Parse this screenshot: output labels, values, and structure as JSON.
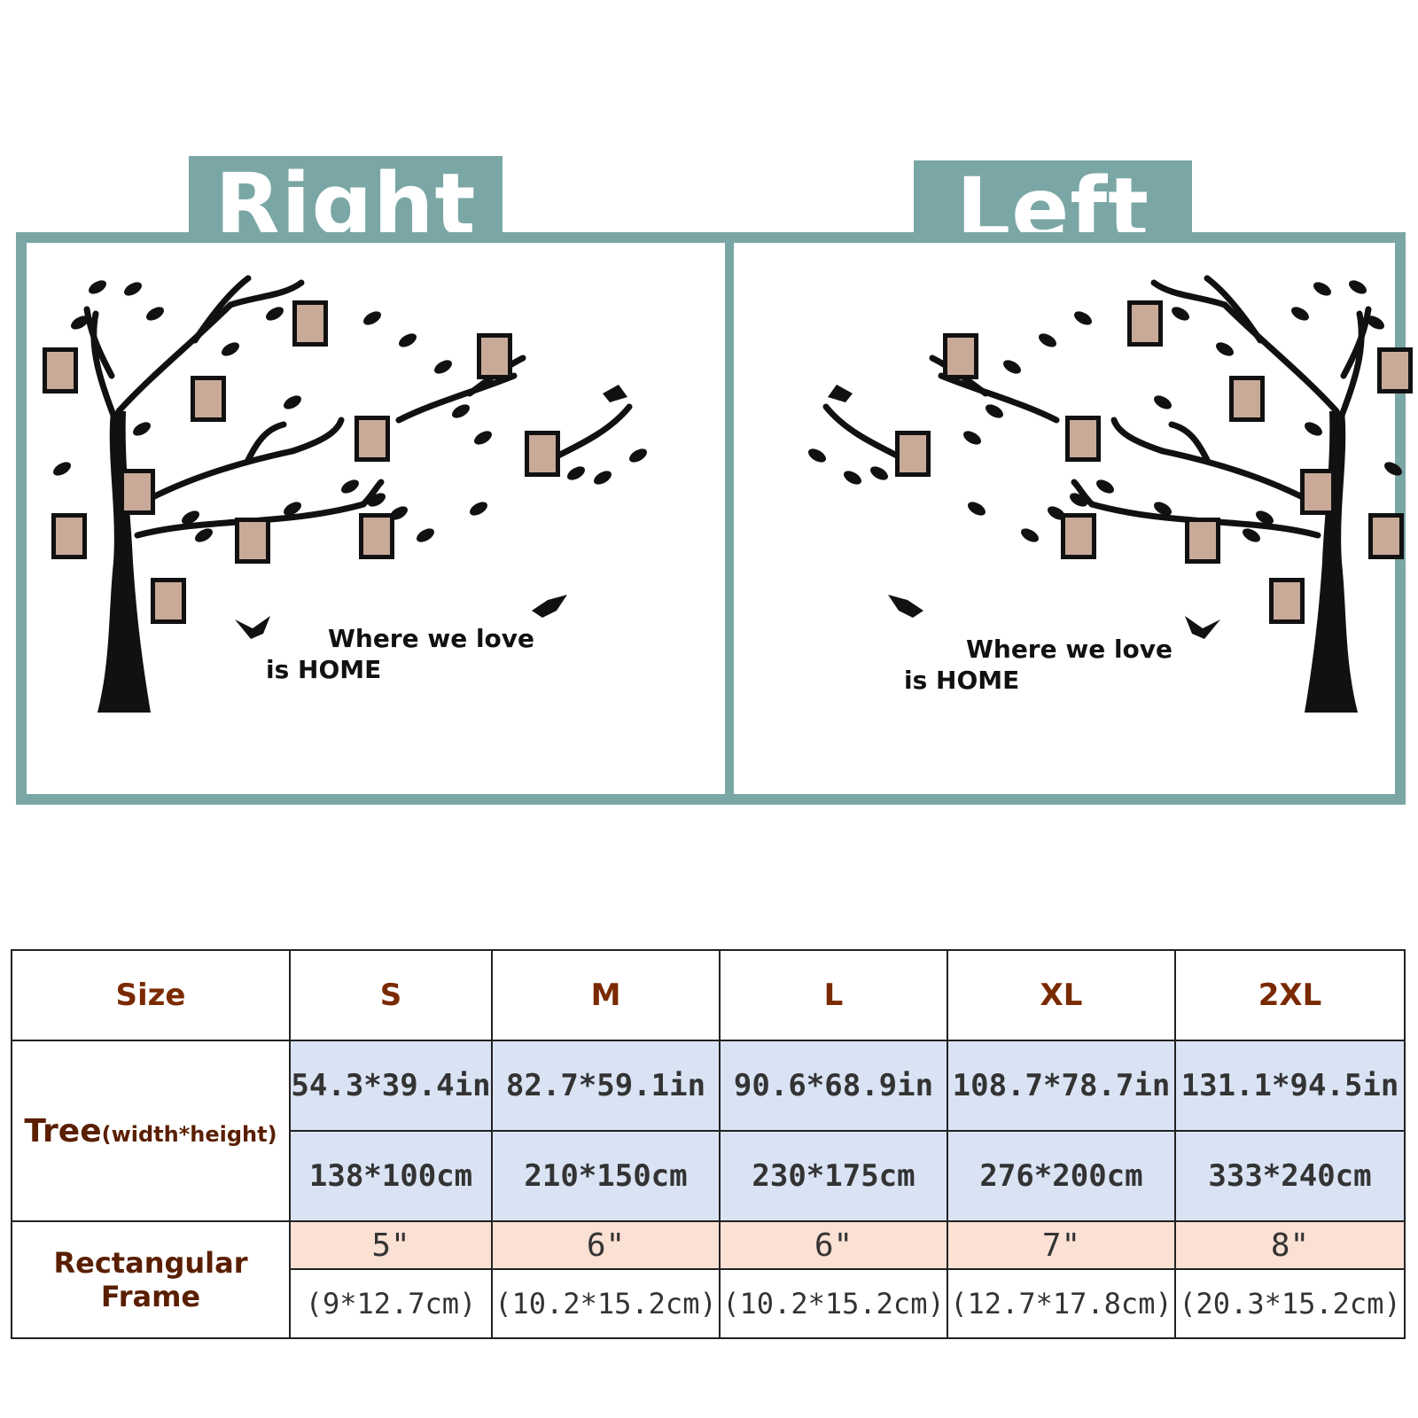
{
  "tabs": {
    "right_label": "Right",
    "left_label": "Left"
  },
  "slogan": {
    "line1": "Where we love",
    "line2": "is HOME"
  },
  "colors": {
    "accent": "#7aa7a5",
    "tree": "#111111",
    "header_text": "#7a2a00",
    "tree_row_bg": "#d9e3f4",
    "frame_row_bg": "#fbe0d4"
  },
  "table": {
    "size_label": "Size",
    "sizes": [
      "S",
      "M",
      "L",
      "XL",
      "2XL"
    ],
    "tree_label": "Tree",
    "tree_label_sub": "(width*height)",
    "tree_in": [
      "54.3*39.4in",
      "82.7*59.1in",
      "90.6*68.9in",
      "108.7*78.7in",
      "131.1*94.5in"
    ],
    "tree_cm": [
      "138*100cm",
      "210*150cm",
      "230*175cm",
      "276*200cm",
      "333*240cm"
    ],
    "frame_label": "Rectangular Frame",
    "frame_in": [
      "5\"",
      "6\"",
      "6\"",
      "7\"",
      "8\""
    ],
    "frame_cm": [
      "(9*12.7cm)",
      "(10.2*15.2cm)",
      "(10.2*15.2cm)",
      "(12.7*17.8cm)",
      "(20.3*15.2cm)"
    ]
  }
}
